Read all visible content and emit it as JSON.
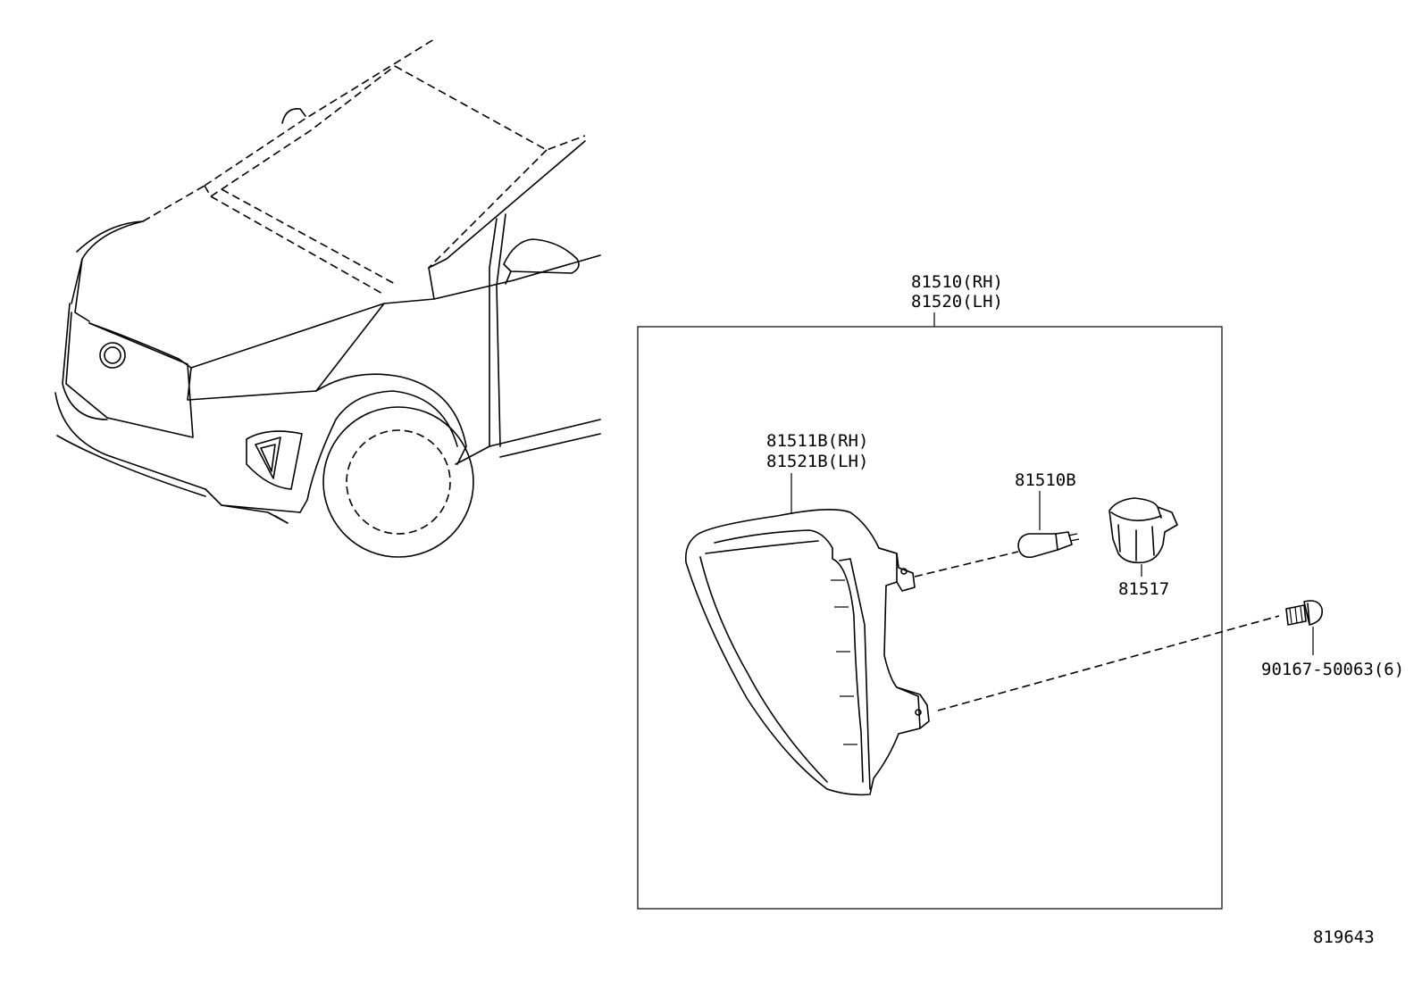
{
  "diagram": {
    "assembly_part_rh": "81510(RH)",
    "assembly_part_lh": "81520(LH)",
    "lens_part_rh": "81511B(RH)",
    "lens_part_lh": "81521B(LH)",
    "bulb_part": "81510B",
    "socket_part": "81517",
    "screw_part": "90167-50063(6)",
    "illustration_id": "819643"
  }
}
